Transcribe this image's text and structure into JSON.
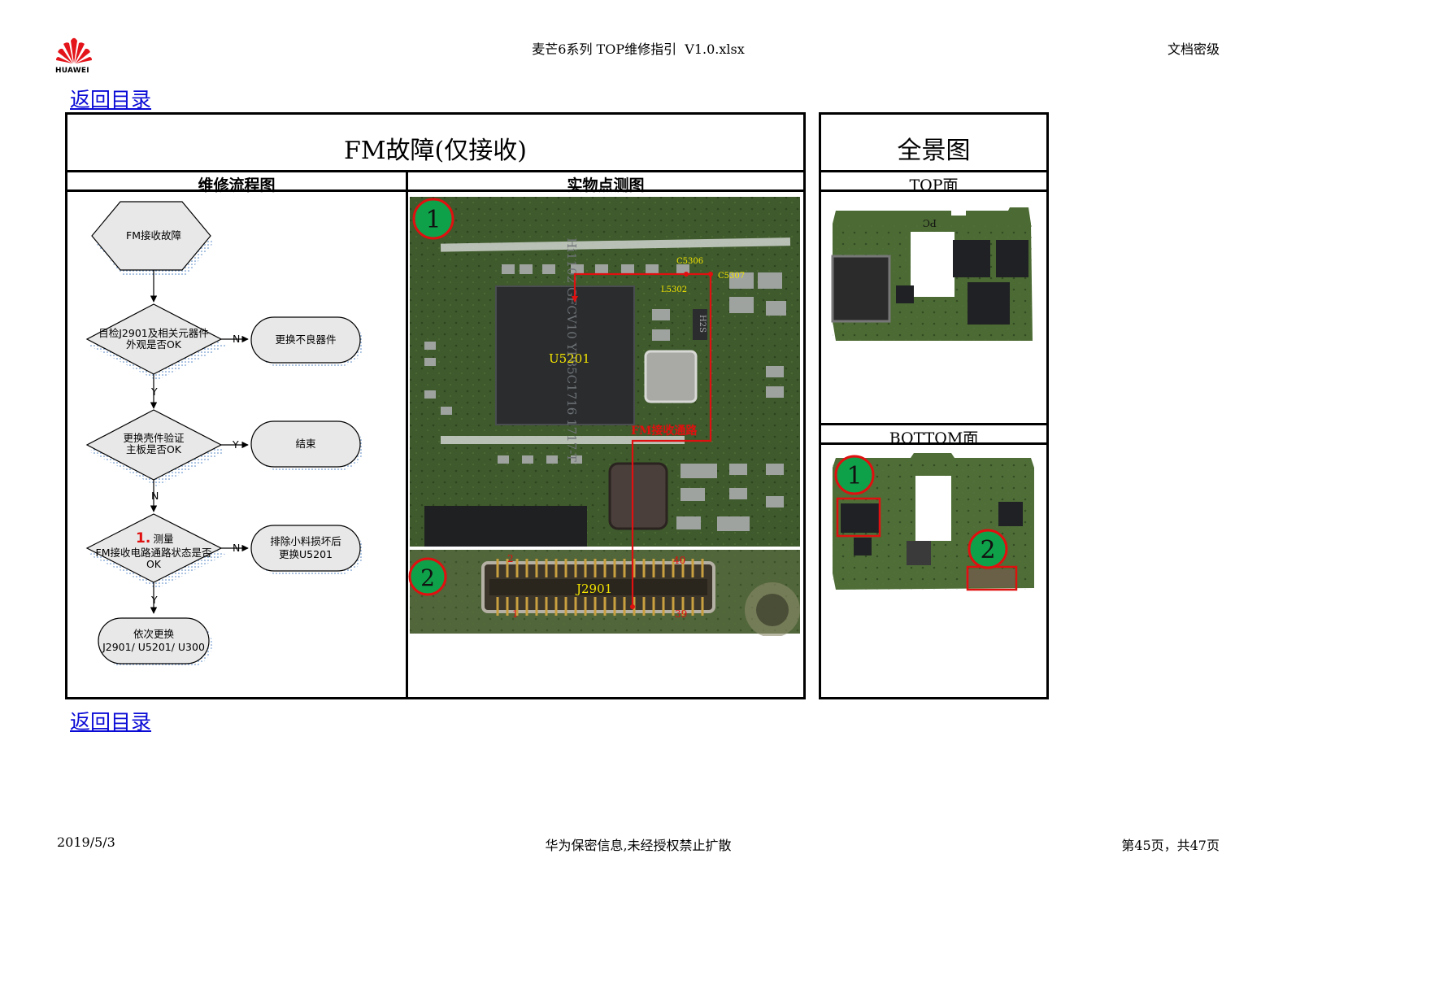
{
  "header": {
    "logo_text": "HUAWEI",
    "doc_title": "麦芒6系列 TOP维修指引  V1.0.xlsx",
    "classification": "文档密级"
  },
  "nav": {
    "back_top": "返回目录",
    "back_bottom": "返回目录"
  },
  "table": {
    "title": "FM故障(仅接收)",
    "panorama_title": "全景图",
    "col_flow": "维修流程图",
    "col_photo": "实物点测图",
    "top_face": "TOP面",
    "bottom_face": "BOTTOM面"
  },
  "flowchart": {
    "start": "FM接收故障",
    "d1_line1": "目检J2901及相关元器件",
    "d1_line2": "外观是否OK",
    "d1_no": "N",
    "d1_yes": "Y",
    "a1": "更换不良器件",
    "d2_line1": "更换壳件验证",
    "d2_line2": "主板是否OK",
    "d2_yes": "Y",
    "d2_no": "N",
    "a2": "结束",
    "d3_num": "1.",
    "d3_line1": "测量",
    "d3_line2": "FM接收电路通路状态是否",
    "d3_line3": "OK",
    "d3_no": "N",
    "d3_yes": "Y",
    "a3_line1": "排除小料损坏后",
    "a3_line2": "更换U5201",
    "end_line1": "依次更换",
    "end_line2": "J2901/ U5201/ U300"
  },
  "photo": {
    "marker1": "1",
    "marker2": "2",
    "c5306": "C5306",
    "c5307": "C5307",
    "l5302": "L5302",
    "u5201": "U5201",
    "fm_path": "FM接收通路",
    "chip_text": "Hi1102 GFCV10 YP85C1716 1717-T",
    "h2s": "H2S",
    "j2901": "J2901",
    "pin2": "2",
    "pin40": "40",
    "pin1": "1",
    "pin39": "39"
  },
  "panorama": {
    "top_text": "PC",
    "marker1": "1",
    "marker2": "2"
  },
  "footer": {
    "date": "2019/5/3",
    "confidential": "华为保密信息,未经授权禁止扩散",
    "page": "第45页，共47页"
  },
  "colors": {
    "pcb_green": "#3f5a2c",
    "marker_green": "#0fa14a",
    "marker_red": "#e01010",
    "label_yellow": "#f3e400",
    "link_blue": "#0b0bd6"
  }
}
